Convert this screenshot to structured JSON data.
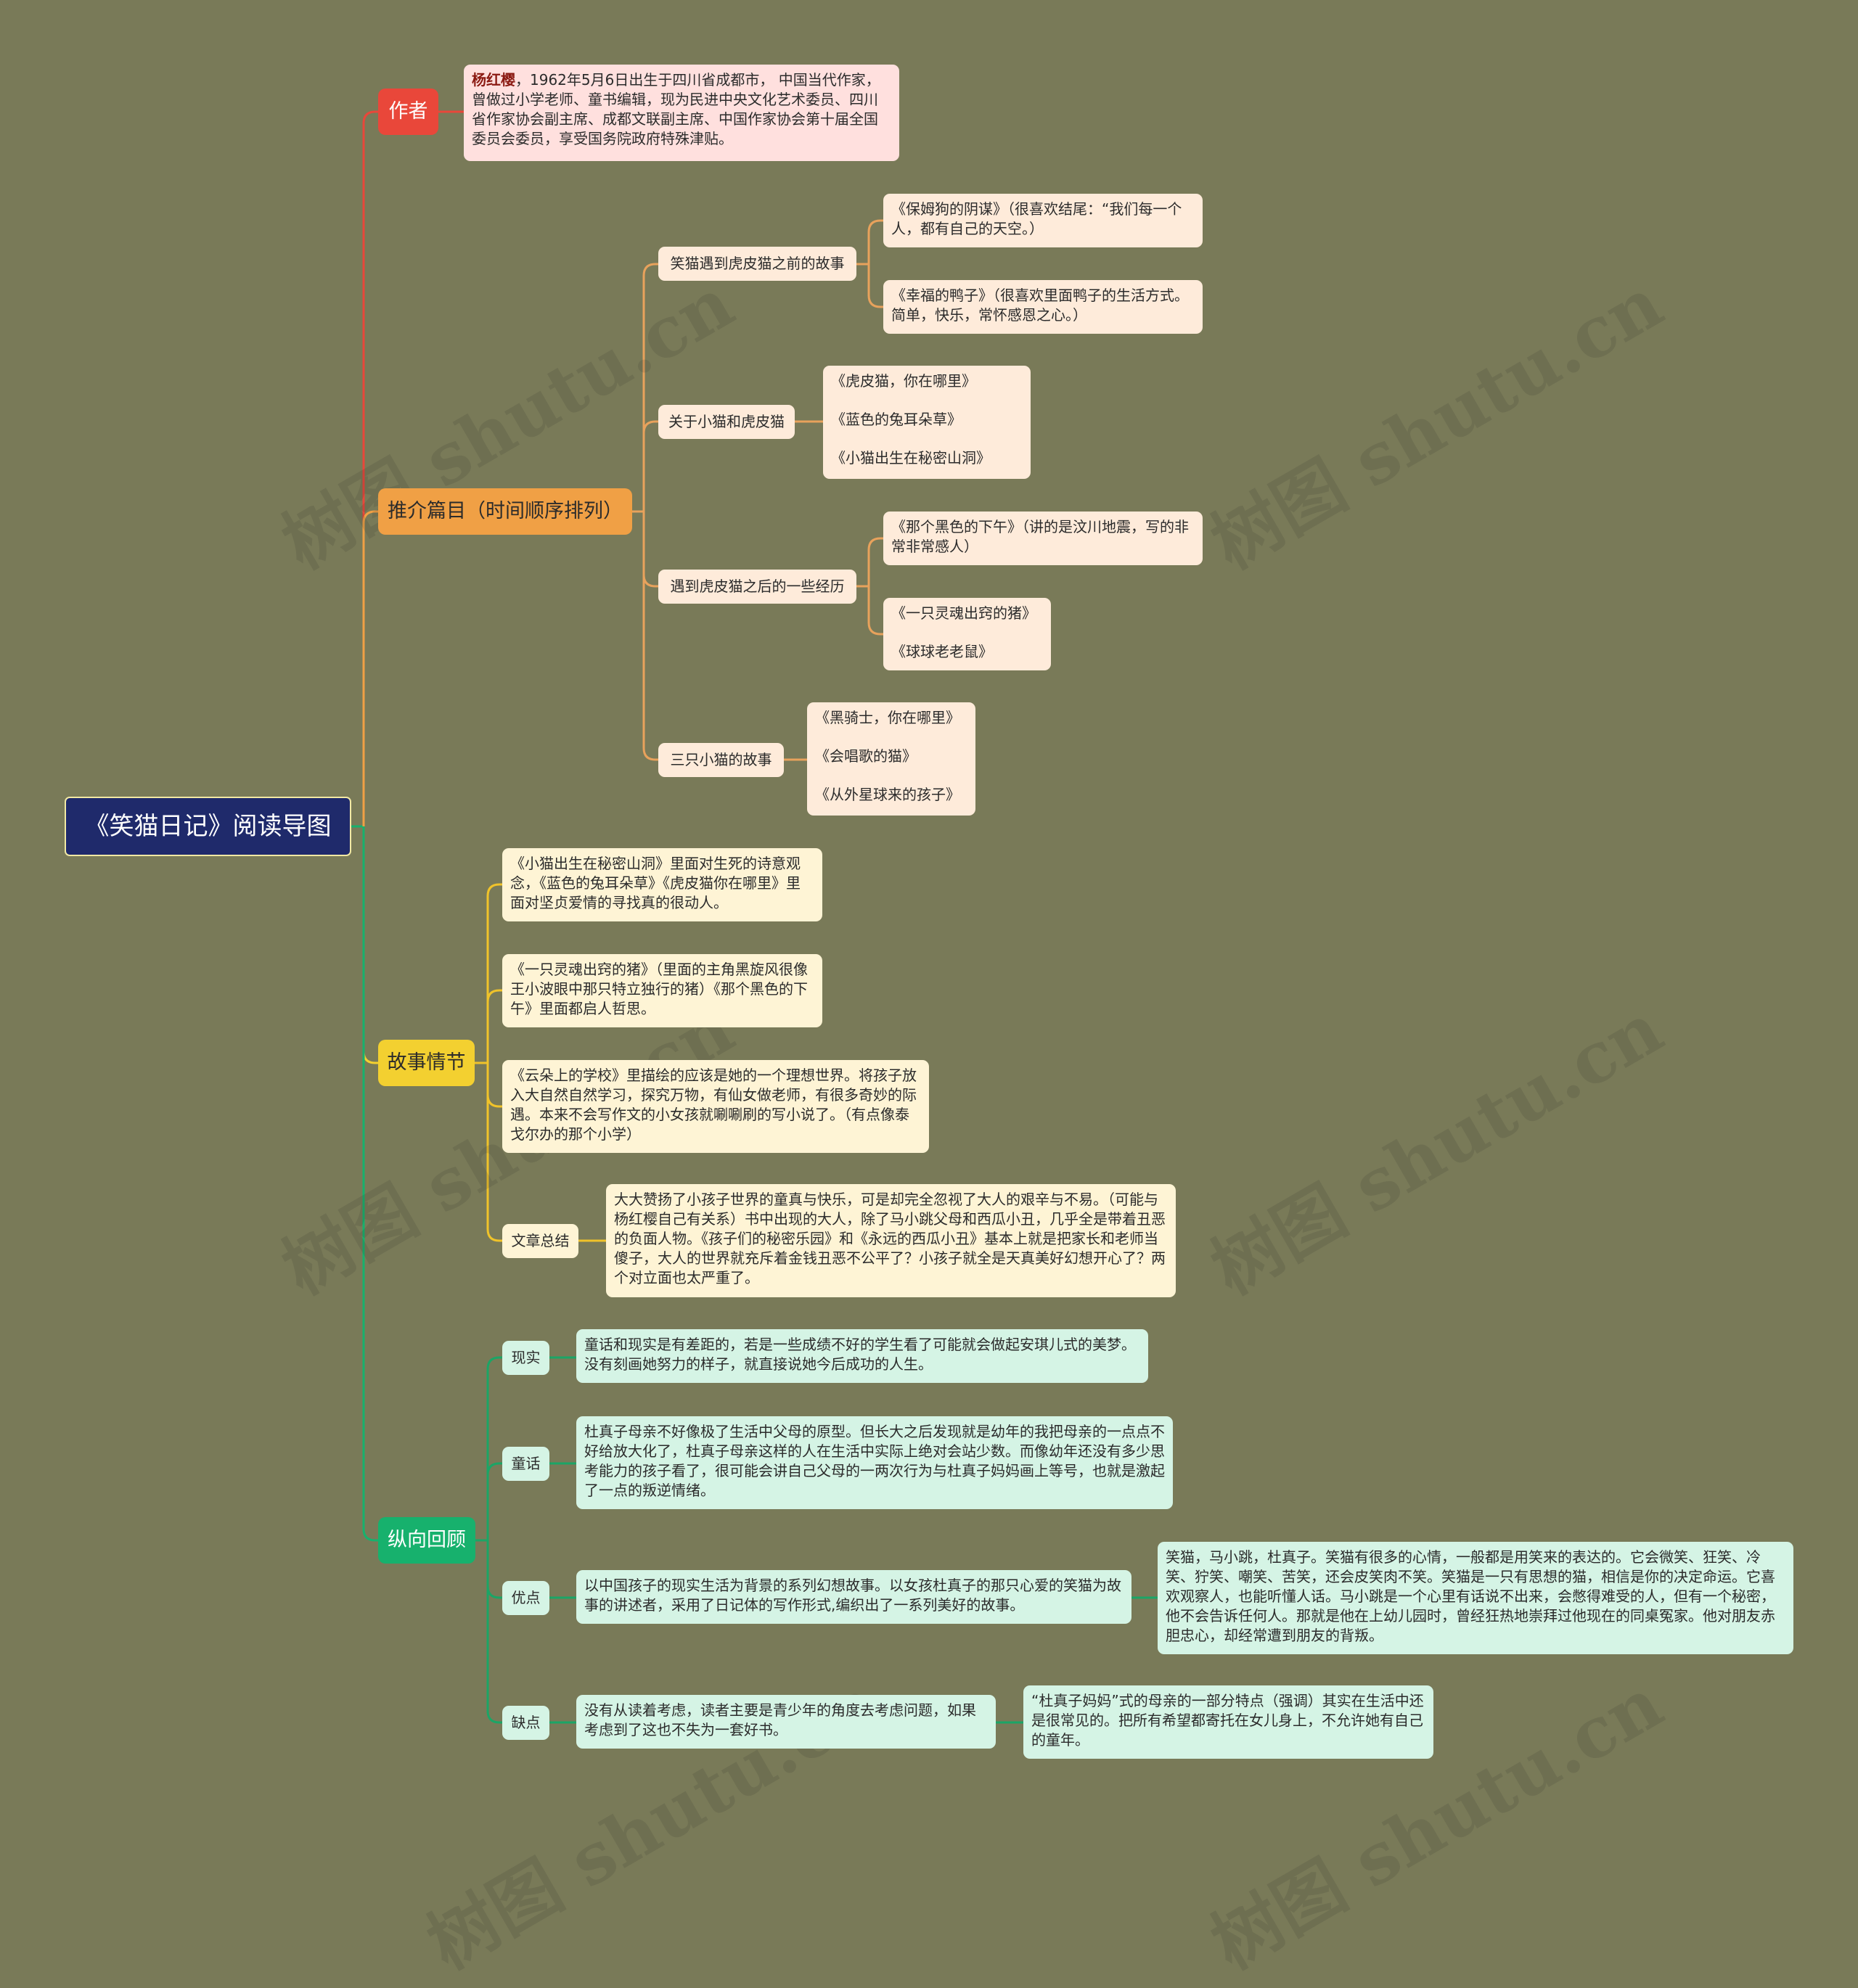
{
  "title": "《笑猫日记》阅读导图",
  "watermark": "树图 shutu.cn",
  "branches": {
    "author": {
      "label": "作者",
      "name": "杨红樱",
      "bio": "，1962年5月6日出生于四川省成都市， 中国当代作家，曾做过小学老师、童书编辑，现为民进中央文化艺术委员、四川省作家协会副主席、成都文联副主席、中国作家协会第十届全国委员会委员，享受国务院政府特殊津贴。"
    },
    "recommend": {
      "label": "推介篇目（时间顺序排列）",
      "groups": [
        {
          "label": "笑猫遇到虎皮猫之前的故事",
          "items": [
            "《保姆狗的阴谋》（很喜欢结尾：“我们每一个人，都有自己的天空。）",
            "《幸福的鸭子》（很喜欢里面鸭子的生活方式。简单，快乐，常怀感恩之心。）"
          ]
        },
        {
          "label": "关于小猫和虎皮猫",
          "items": [
            "《虎皮猫，你在哪里》",
            "《蓝色的兔耳朵草》",
            "《小猫出生在秘密山洞》"
          ]
        },
        {
          "label": "遇到虎皮猫之后的一些经历",
          "items": [
            "《那个黑色的下午》（讲的是汶川地震，写的非常非常感人）",
            "《一只灵魂出窍的猪》",
            "《球球老老鼠》"
          ]
        },
        {
          "label": "三只小猫的故事",
          "items": [
            "《黑骑士，你在哪里》",
            "《会唱歌的猫》",
            "《从外星球来的孩子》"
          ]
        }
      ]
    },
    "plot": {
      "label": "故事情节",
      "items": [
        "《小猫出生在秘密山洞》里面对生死的诗意观念，《蓝色的兔耳朵草》《虎皮猫你在哪里》里面对坚贞爱情的寻找真的很动人。",
        "《一只灵魂出窍的猪》（里面的主角黑旋风很像王小波眼中那只特立独行的猪）《那个黑色的下午》里面都启人哲思。",
        "《云朵上的学校》里描绘的应该是她的一个理想世界。将孩子放入大自然自然学习，探究万物，有仙女做老师，有很多奇妙的际遇。本来不会写作文的小女孩就唰唰刷的写小说了。（有点像泰戈尔办的那个小学）"
      ],
      "summary_label": "文章总结",
      "summary": "大大赞扬了小孩子世界的童真与快乐，可是却完全忽视了大人的艰辛与不易。（可能与杨红樱自己有关系）书中出现的大人，除了马小跳父母和西瓜小丑，几乎全是带着丑恶的负面人物。《孩子们的秘密乐园》和《永远的西瓜小丑》基本上就是把家长和老师当傻子，大人的世界就充斥着金钱丑恶不公平了？小孩子就全是天真美好幻想开心了？两个对立面也太严重了。"
    },
    "review": {
      "label": "纵向回顾",
      "reality_label": "现实",
      "reality": "童话和现实是有差距的，若是一些成绩不好的学生看了可能就会做起安琪儿式的美梦。没有刻画她努力的样子，就直接说她今后成功的人生。",
      "fairy_label": "童话",
      "fairy": "杜真子母亲不好像极了生活中父母的原型。但长大之后发现就是幼年的我把母亲的一点点不好给放大化了，杜真子母亲这样的人在生活中实际上绝对会站少数。而像幼年还没有多少思考能力的孩子看了，很可能会讲自己父母的一两次行为与杜真子妈妈画上等号，也就是激起了一点的叛逆情绪。",
      "pros_label": "优点",
      "pros": "以中国孩子的现实生活为背景的系列幻想故事。以女孩杜真子的那只心爱的笑猫为故事的讲述者，采用了日记体的写作形式,编织出了一系列美好的故事。",
      "pros_detail": "笑猫，马小跳，杜真子。笑猫有很多的心情，一般都是用笑来的表达的。它会微笑、狂笑、冷笑、狞笑、嘲笑、苦笑，还会皮笑肉不笑。笑猫是一只有思想的猫，相信是你的决定命运。它喜欢观察人，也能听懂人话。马小跳是一个心里有话说不出来，会憋得难受的人，但有一个秘密，他不会告诉任何人。那就是他在上幼儿园时，曾经狂热地崇拜过他现在的同桌冤家。他对朋友赤胆忠心，却经常遭到朋友的背叛。",
      "cons_label": "缺点",
      "cons": "没有从读着考虑，读者主要是青少年的角度去考虑问题，如果考虑到了这也不失为一套好书。",
      "cons_detail": "“杜真子妈妈”式的母亲的一部分特点（强调）其实在生活中还是很常见的。把所有希望都寄托在女儿身上，不允许她有自己的童年。"
    }
  },
  "colors": {
    "background": "#797A58",
    "author": "#E9473A",
    "recommend": "#F0A045",
    "plot": "#F3D030",
    "review": "#17B16D",
    "center": "#1F2A6B"
  }
}
